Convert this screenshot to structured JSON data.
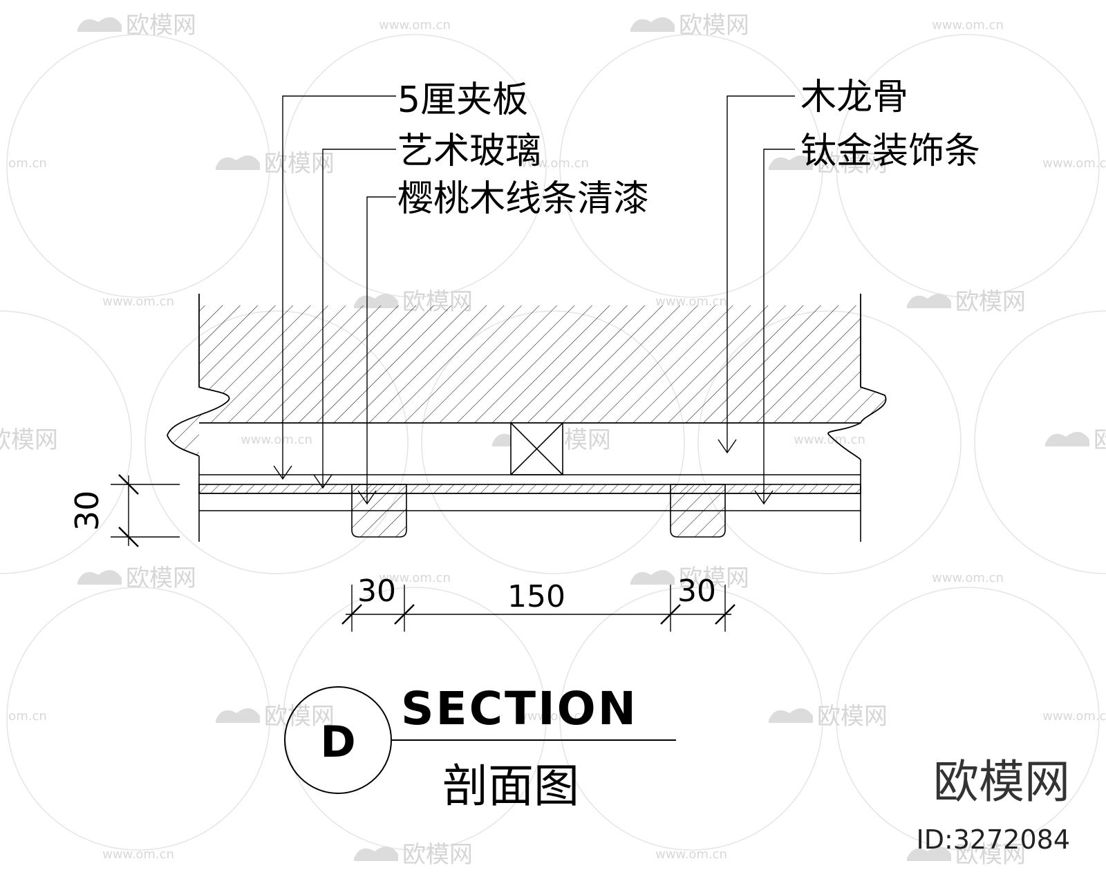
{
  "watermark": {
    "brand": "欧模网",
    "url": "www.om.cn",
    "url_short": "om.cn"
  },
  "callouts": {
    "left": [
      {
        "label": "5厘夹板"
      },
      {
        "label": "艺术玻璃"
      },
      {
        "label": "樱桃木线条清漆"
      }
    ],
    "right": [
      {
        "label": "木龙骨"
      },
      {
        "label": "钛金装饰条"
      }
    ]
  },
  "dimensions": {
    "vertical": "30",
    "horizontal": [
      "30",
      "150",
      "30"
    ]
  },
  "section_mark": {
    "letter": "D",
    "title": "SECTION",
    "subtitle": "剖面图"
  },
  "branding": {
    "logo_text": "欧模网",
    "id_text": "ID:3272084"
  },
  "colors": {
    "line": "#000000",
    "watermark": "#d6d6d6"
  }
}
